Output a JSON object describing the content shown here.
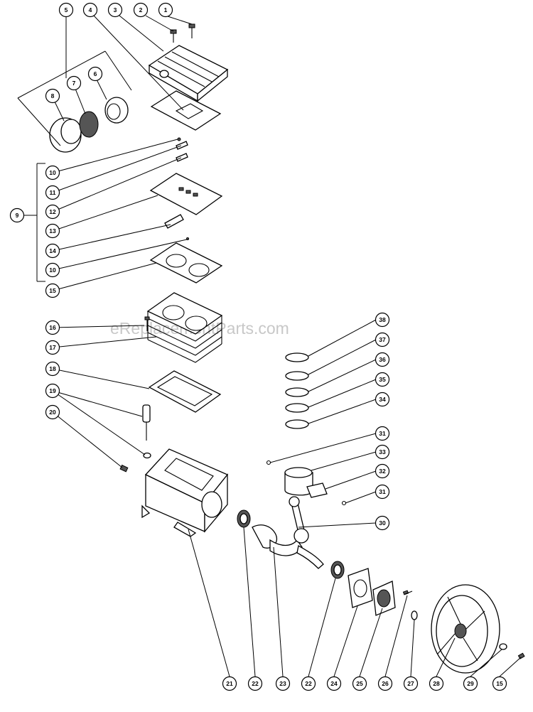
{
  "watermark": "eReplacementParts.com",
  "callouts": {
    "c1": "1",
    "c2": "2",
    "c3": "3",
    "c4": "4",
    "c5": "5",
    "c6": "6",
    "c7": "7",
    "c8": "8",
    "c9": "9",
    "c10a": "10",
    "c11": "11",
    "c12": "12",
    "c13": "13",
    "c14": "14",
    "c10b": "10",
    "c15a": "15",
    "c16": "16",
    "c17": "17",
    "c18": "18",
    "c19": "19",
    "c20": "20",
    "c38": "38",
    "c37": "37",
    "c36": "36",
    "c35": "35",
    "c34": "34",
    "c31a": "31",
    "c33": "33",
    "c32": "32",
    "c31b": "31",
    "c30": "30",
    "b21": "21",
    "b22a": "22",
    "b23": "23",
    "b22b": "22",
    "b24": "24",
    "b25": "25",
    "b26": "26",
    "b27": "27",
    "b28": "28",
    "b29": "29",
    "b15": "15"
  }
}
